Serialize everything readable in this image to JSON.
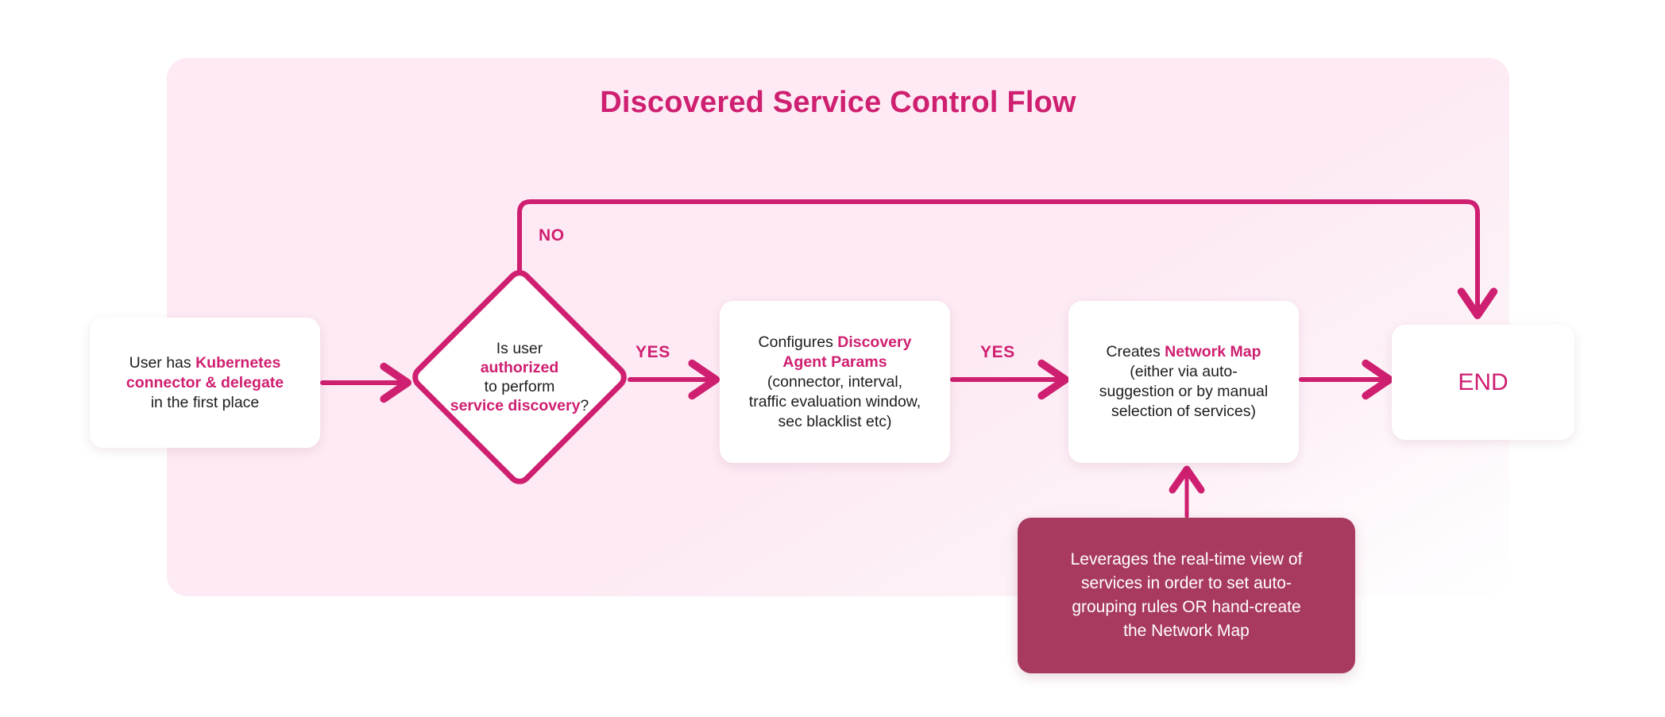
{
  "diagram": {
    "title": "Discovered Service Control Flow",
    "colors": {
      "accent": "#cf1f70",
      "panel_background": "#fdeaf4",
      "note_background": "#a83a5f",
      "node_background": "#ffffff",
      "body_text": "#1d1d1f",
      "note_text": "#ffffff"
    },
    "nodes": {
      "start": {
        "type": "process",
        "lines": [
          {
            "segments": [
              {
                "text": "User has ",
                "emphasis": false
              },
              {
                "text": "Kubernetes",
                "emphasis": true
              }
            ]
          },
          {
            "segments": [
              {
                "text": "connector & delegate",
                "emphasis": true
              }
            ]
          },
          {
            "segments": [
              {
                "text": "in the first place",
                "emphasis": false
              }
            ]
          }
        ],
        "plain_text": "User has Kubernetes connector & delegate in the first place"
      },
      "decision": {
        "type": "decision",
        "lines": [
          {
            "segments": [
              {
                "text": "Is user",
                "emphasis": false
              }
            ]
          },
          {
            "segments": [
              {
                "text": "authorized",
                "emphasis": true
              }
            ]
          },
          {
            "segments": [
              {
                "text": "to perform",
                "emphasis": false
              }
            ]
          },
          {
            "segments": [
              {
                "text": "service discovery",
                "emphasis": true
              },
              {
                "text": "?",
                "emphasis": false
              }
            ]
          }
        ],
        "plain_text": "Is user authorized to perform service discovery?"
      },
      "params": {
        "type": "process",
        "lines": [
          {
            "segments": [
              {
                "text": "Configures ",
                "emphasis": false
              },
              {
                "text": "Discovery",
                "emphasis": true
              }
            ]
          },
          {
            "segments": [
              {
                "text": "Agent Params",
                "emphasis": true
              }
            ]
          },
          {
            "segments": [
              {
                "text": "(connector, interval,",
                "emphasis": false
              }
            ]
          },
          {
            "segments": [
              {
                "text": "traffic evaluation window,",
                "emphasis": false
              }
            ]
          },
          {
            "segments": [
              {
                "text": "sec blacklist etc)",
                "emphasis": false
              }
            ]
          }
        ],
        "plain_text": "Configures Discovery Agent Params (connector, interval, traffic evaluation window, sec blacklist etc)"
      },
      "netmap": {
        "type": "process",
        "lines": [
          {
            "segments": [
              {
                "text": "Creates ",
                "emphasis": false
              },
              {
                "text": "Network Map",
                "emphasis": true
              }
            ]
          },
          {
            "segments": [
              {
                "text": "(either via auto-",
                "emphasis": false
              }
            ]
          },
          {
            "segments": [
              {
                "text": "suggestion or by manual",
                "emphasis": false
              }
            ]
          },
          {
            "segments": [
              {
                "text": "selection of services)",
                "emphasis": false
              }
            ]
          }
        ],
        "plain_text": "Creates Network Map (either via auto-suggestion or by manual selection of services)"
      },
      "end": {
        "type": "terminator",
        "label": "END"
      },
      "note": {
        "type": "annotation",
        "lines": [
          "Leverages the real-time view of",
          "services in order to set auto-",
          "grouping rules OR hand-create",
          "the Network Map"
        ],
        "plain_text": "Leverages the real-time view of services in order to set auto-grouping rules OR hand-create the Network Map"
      }
    },
    "edges": {
      "start_to_decision": {
        "label": ""
      },
      "decision_no": {
        "label": "NO",
        "from": "decision",
        "to": "end"
      },
      "decision_yes": {
        "label": "YES",
        "from": "decision",
        "to": "params"
      },
      "params_to_netmap": {
        "label": "YES",
        "from": "params",
        "to": "netmap"
      },
      "netmap_to_end": {
        "label": ""
      },
      "note_to_netmap": {
        "label": ""
      }
    }
  }
}
